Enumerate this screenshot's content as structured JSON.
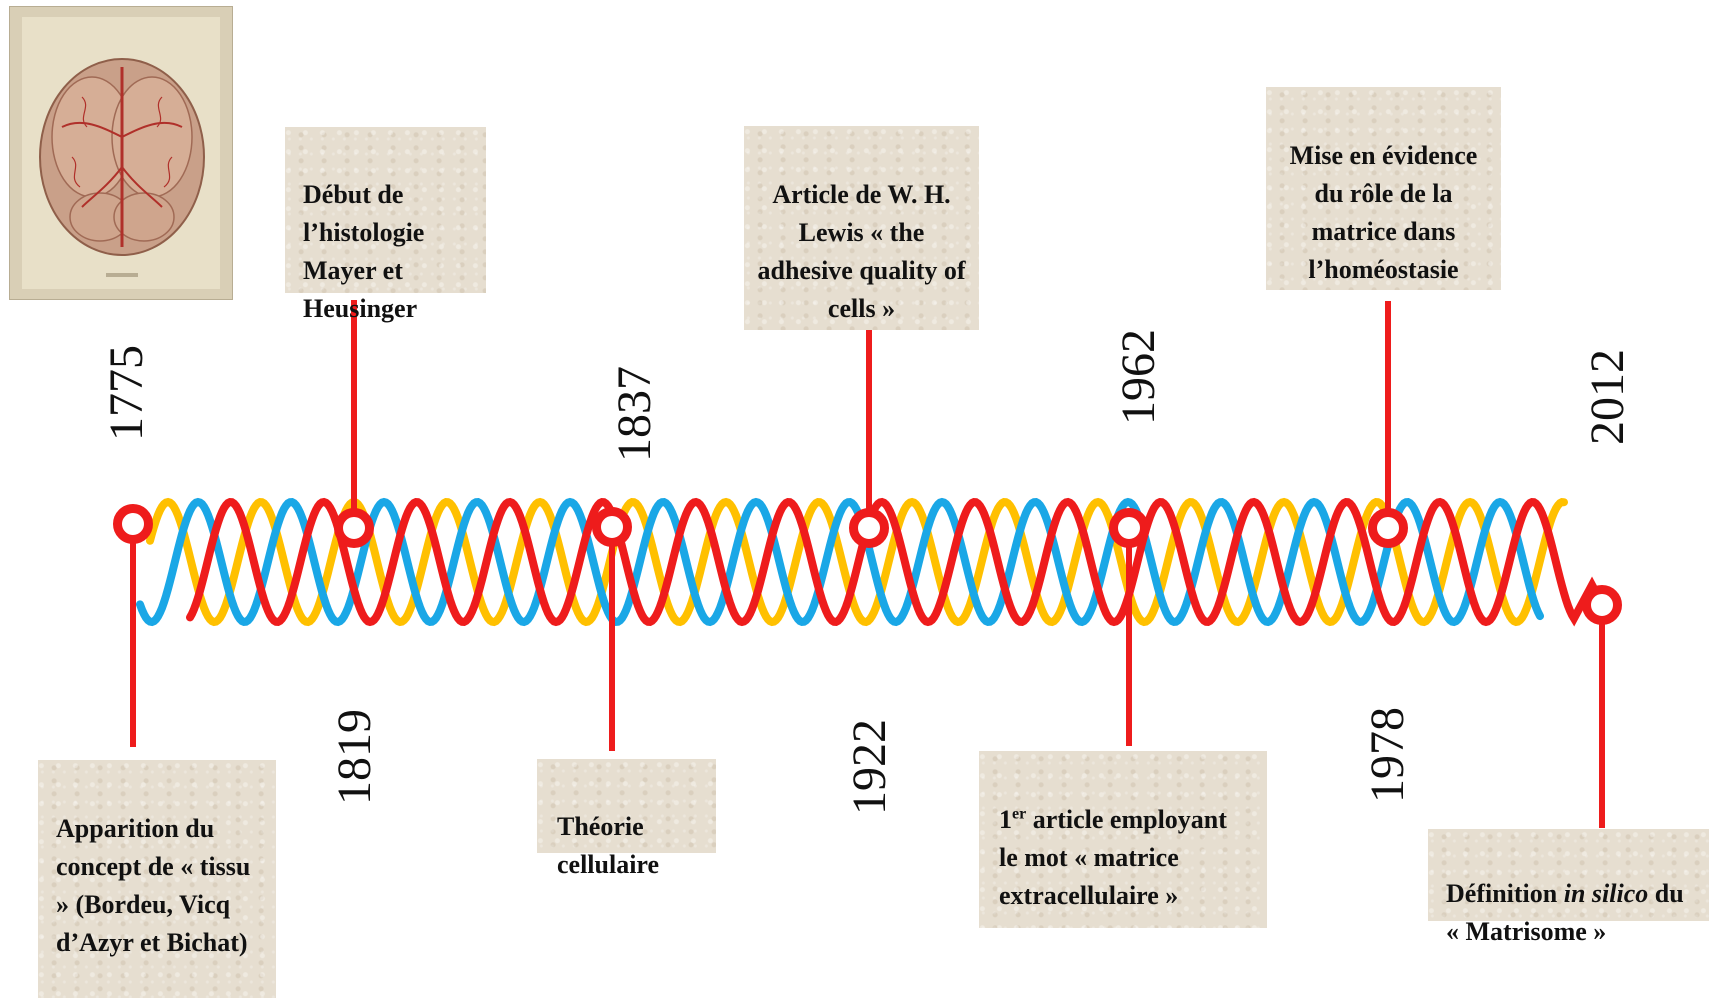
{
  "timeline": [
    {
      "year": "1775",
      "text": "Apparition du concept de « tissu » (Bordeu, Vicq d’Azyr et Bichat)"
    },
    {
      "year": "1819",
      "text": "Début de l’histologie Mayer et Heusinger"
    },
    {
      "year": "1837",
      "text": "Théorie cellulaire"
    },
    {
      "year": "1922",
      "text": "Article de W. H. Lewis « the adhesive quality of cells »"
    },
    {
      "year": "1962",
      "text_sup": "er",
      "text_prefix": "1",
      "text": " article employant le mot « matrice extracellulaire »"
    },
    {
      "year": "1978",
      "text": "Mise en évidence du rôle de la matrice dans l’homéostasie"
    },
    {
      "year": "2012",
      "text_before": "Définition ",
      "text_italic": "in silico",
      "text_after": " du « Matrisome »"
    }
  ],
  "colors": {
    "wave_red": "#ee1c1c",
    "wave_yellow": "#ffc000",
    "wave_blue": "#1aa7e6",
    "box_bg": "#e6ded0"
  },
  "image": {
    "label": "brain-anatomical-engraving"
  }
}
